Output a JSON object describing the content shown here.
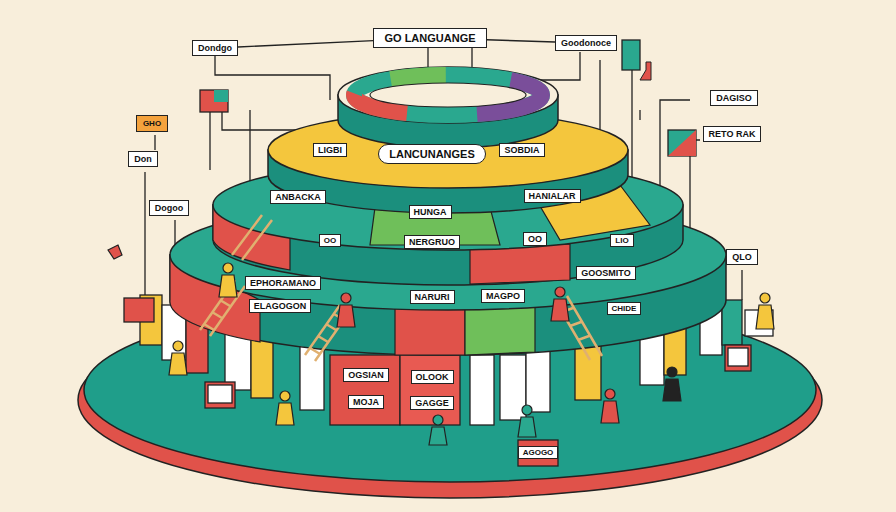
{
  "diagram": {
    "nodes": [
      {
        "text": [
          "GO LANGUANGE"
        ]
      },
      {
        "text": [
          "Dondgo"
        ]
      },
      {
        "text": [
          "Goodonoce"
        ]
      },
      {
        "text": [
          "DAGISO"
        ]
      },
      {
        "text": [
          "RETO RAK"
        ]
      },
      {
        "text": [
          "GHO"
        ]
      },
      {
        "text": [
          "Don"
        ]
      },
      {
        "text": [
          "Dogoo"
        ]
      },
      {
        "text": [
          "QLO"
        ]
      },
      {
        "text": [
          "LANCUNANGES"
        ]
      }
    ],
    "edges": [
      {
        "from": 0,
        "to": 1,
        "arrow": "none"
      },
      {
        "from": 0,
        "to": 2,
        "arrow": "none"
      }
    ],
    "labels": [
      "LIGBI",
      "SOBDIA",
      "ANBACKA",
      "HUNGA",
      "HANIALAR",
      "OO",
      "NERGRUO",
      "OO",
      "LIO",
      "EPHORAMANO",
      "ELAGOGON",
      "NARURI",
      "MAGPO",
      "GOOSMITO",
      "CHIDE",
      "OGSIAN",
      "OLOOK",
      "MOJA",
      "GAGGE",
      "AGOGO"
    ]
  }
}
